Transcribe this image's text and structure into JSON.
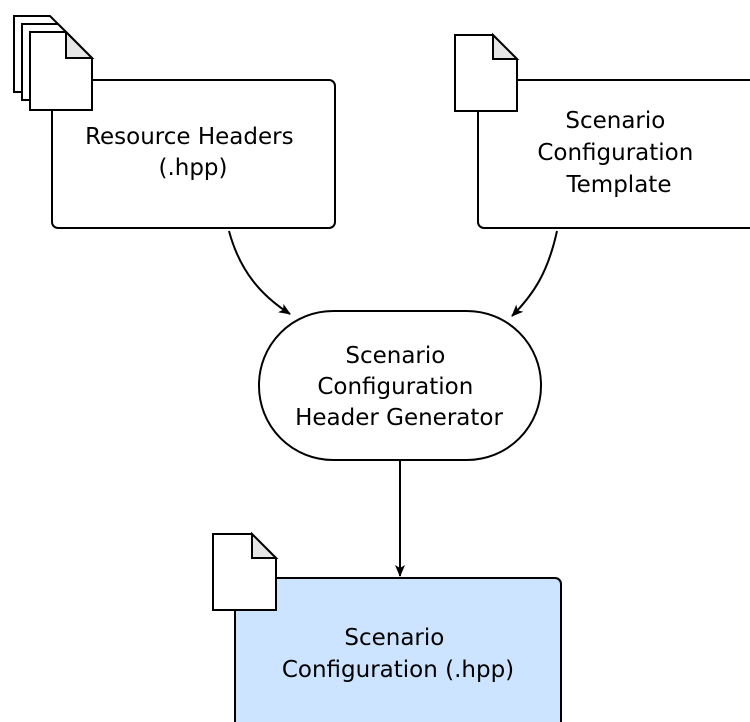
{
  "nodes": {
    "resource_headers": {
      "lines": [
        "Resource Headers",
        "(.hpp)"
      ]
    },
    "template": {
      "lines": [
        "Scenario",
        "Configuration",
        "Template"
      ]
    },
    "generator": {
      "lines": [
        "Scenario",
        "Configuration",
        "Header Generator"
      ]
    },
    "output": {
      "lines": [
        "Scenario",
        "Configuration (.hpp)"
      ]
    }
  },
  "colors": {
    "output_fill": "#cce4ff",
    "stroke": "#000000"
  }
}
